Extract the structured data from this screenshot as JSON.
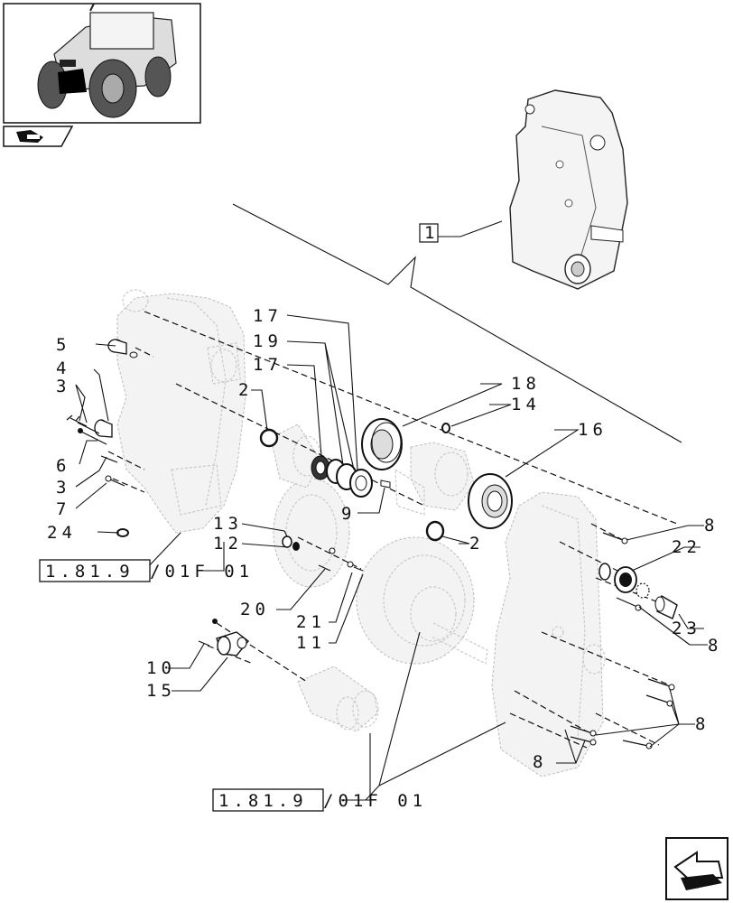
{
  "callouts": {
    "c1": "1",
    "c2a": "2",
    "c2b": "2",
    "c3a": "3",
    "c3b": "3",
    "c4": "4",
    "c5": "5",
    "c6": "6",
    "c7": "7",
    "c8a": "8",
    "c8b": "8",
    "c8c": "8",
    "c8d": "8",
    "c9": "9",
    "c10": "10",
    "c11": "11",
    "c12": "12",
    "c13": "13",
    "c14": "14",
    "c15": "15",
    "c16": "16",
    "c17a": "17",
    "c17b": "17",
    "c18": "18",
    "c19": "19",
    "c20": "20",
    "c21": "21",
    "c22": "22",
    "c23": "23",
    "c24": "24"
  },
  "references": {
    "ref_a_box": "1.81.9",
    "ref_a_tail": "/01F 01",
    "ref_b_box": "1.81.9",
    "ref_b_tail": "/01F 01"
  },
  "icons": {
    "thumbnail": "tractor-thumbnail-icon",
    "section": "section-book-icon",
    "next": "next-page-arrow-icon"
  }
}
